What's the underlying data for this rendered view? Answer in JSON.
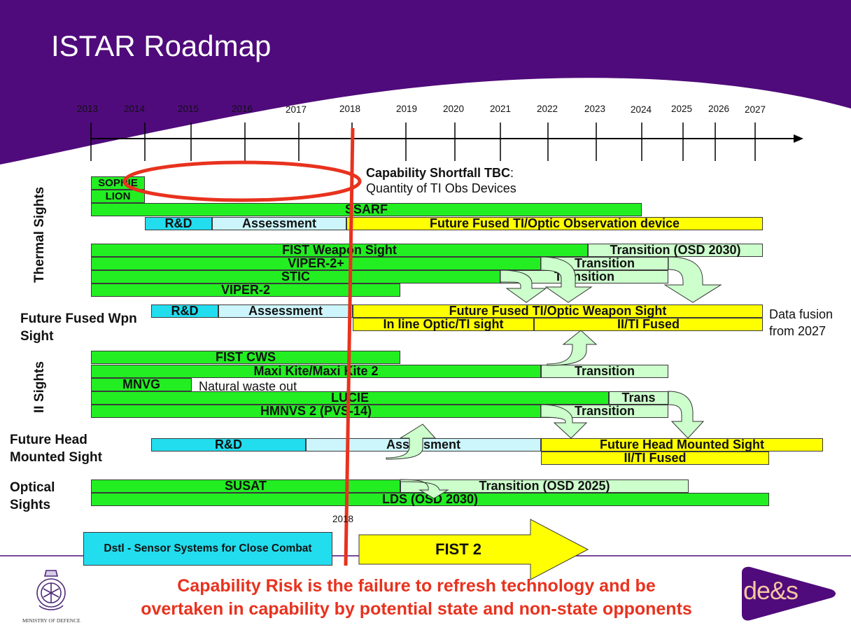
{
  "title": "ISTAR Roadmap",
  "timeline": {
    "years": [
      "2013",
      "2014",
      "2015",
      "2016",
      "2017",
      "2018",
      "2019",
      "2020",
      "2021",
      "2022",
      "2023",
      "2024",
      "2025",
      "2026",
      "2027"
    ],
    "marker_label": "2018"
  },
  "callout": {
    "heading": "Capability Shortfall TBC",
    "heading_suffix": ":",
    "text": "Quantity of TI Obs Devices"
  },
  "row_labels": {
    "thermal": "Thermal Sights",
    "future_fused": "Future Fused Wpn Sight",
    "ii": "II Sights",
    "future_head": "Future Head Mounted Sight",
    "optical": "Optical Sights"
  },
  "bars": {
    "sophie": "SOPHIE",
    "lion": "LION",
    "ssarf": "SSARF",
    "rd1": "R&D",
    "assess1": "Assessment",
    "future_obs": "Future Fused TI/Optic Observation device",
    "fist_ws": "FIST Weapon Sight",
    "trans_osd2030": "Transition (OSD 2030)",
    "viper2plus": "VIPER-2+",
    "trans1": "Transition",
    "stic": "STIC",
    "trans2": "Transition",
    "viper2": "VIPER-2",
    "rd2": "R&D",
    "assess2": "Assessment",
    "future_wpn": "Future Fused TI/Optic Weapon Sight",
    "inline": "In line Optic/TI sight",
    "ii_ti_fused1": "II/TI Fused",
    "fist_cws": "FIST CWS",
    "maxi_kite": "Maxi Kite/Maxi Kite 2",
    "trans3": "Transition",
    "mnvg": "MNVG",
    "natural_waste": "Natural waste out",
    "lucie": "LUCIE",
    "trans_short": "Trans",
    "hmnvs": "HMNVS 2 (PVS-14)",
    "trans4": "Transition",
    "rd3": "R&D",
    "assess3": "Assessment",
    "future_hms": "Future Head Mounted Sight",
    "ii_ti_fused2": "II/TI Fused",
    "susat": "SUSAT",
    "trans_osd2025": "Transition (OSD 2025)",
    "lds": "LDS (OSD 2030)"
  },
  "data_fusion": {
    "line1": "Data fusion",
    "line2": "from 2027"
  },
  "dstl_box": "Dstl - Sensor Systems for Close Combat",
  "fist2": "FIST 2",
  "risk": {
    "line1": "Capability Risk is the failure to refresh technology and be",
    "line2": "overtaken in capability by potential state and non-state opponents"
  },
  "footer": {
    "mod_label": "MINISTRY OF DEFENCE",
    "des_logo": "de&s"
  },
  "colors": {
    "purple": "#4f0b7b",
    "green": "#22ee22",
    "light_green": "#ccffcc",
    "yellow": "#ffff00",
    "cyan": "#22ddee",
    "light_cyan": "#ccf6fb",
    "red": "#e8321e"
  }
}
